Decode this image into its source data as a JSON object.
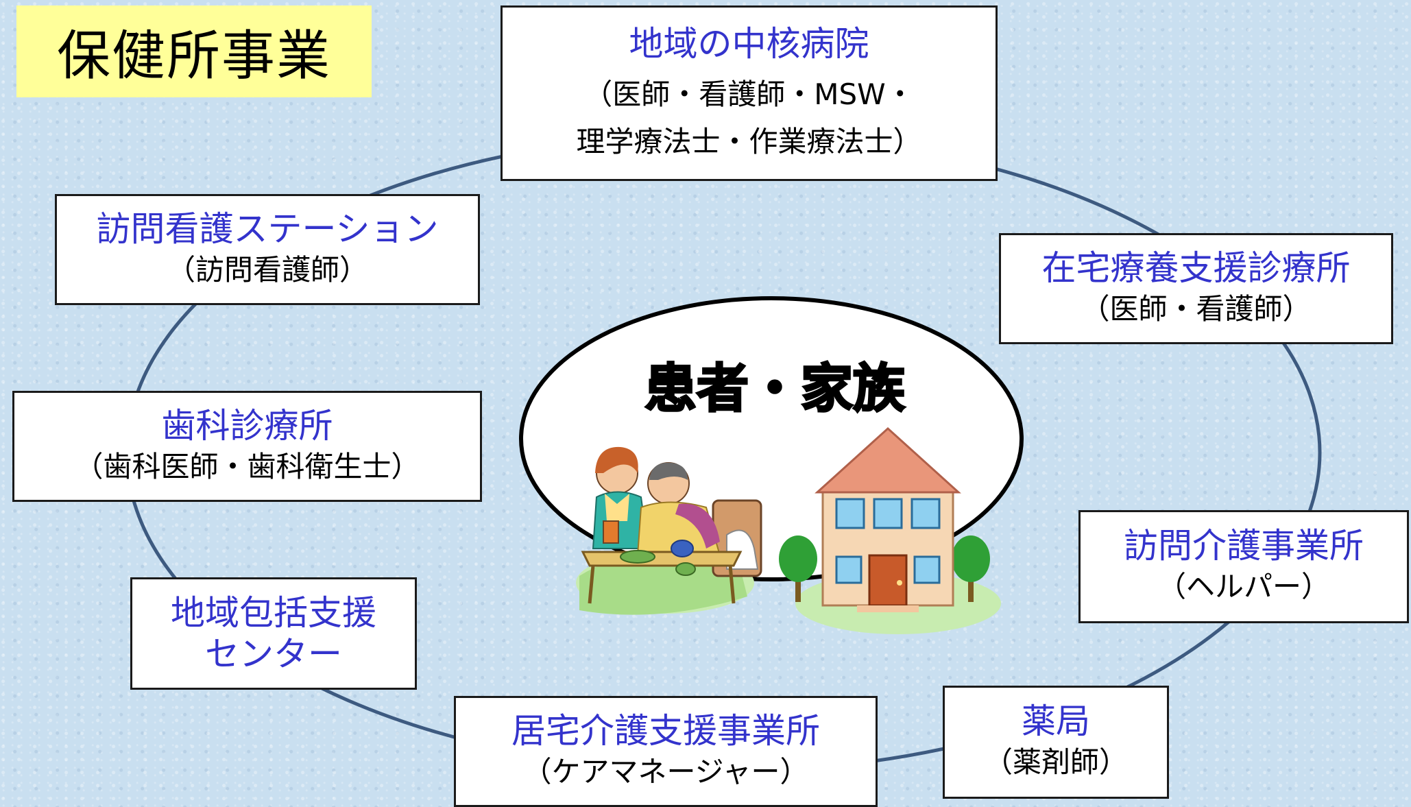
{
  "title": "保健所事業",
  "center": {
    "label": "患者・家族"
  },
  "nodes": {
    "hospital": {
      "name": "地域の中核病院",
      "sub1": "（医師・看護師・MSW・",
      "sub2": "理学療法士・作業療法士）"
    },
    "visiting_nursing": {
      "name": "訪問看護ステーション",
      "sub": "（訪問看護師）"
    },
    "home_clinic": {
      "name": "在宅療養支援診療所",
      "sub": "（医師・看護師）"
    },
    "dental": {
      "name": "歯科診療所",
      "sub": "（歯科医師・歯科衛生士）"
    },
    "home_care_office": {
      "name": "訪問介護事業所",
      "sub": "（ヘルパー）"
    },
    "community_center": {
      "name1": "地域包括支援",
      "name2": "センター"
    },
    "care_support": {
      "name": "居宅介護支援事業所",
      "sub": "（ケアマネージャー）"
    },
    "pharmacy": {
      "name": "薬局",
      "sub": "（薬剤師）"
    }
  },
  "colors": {
    "background": "#c9dff0",
    "title_bg": "#ffff99",
    "node_name": "#3333cc",
    "ring_line": "#3d5a80",
    "house_roof": "#e9967a",
    "house_wall": "#f6d7b4"
  }
}
